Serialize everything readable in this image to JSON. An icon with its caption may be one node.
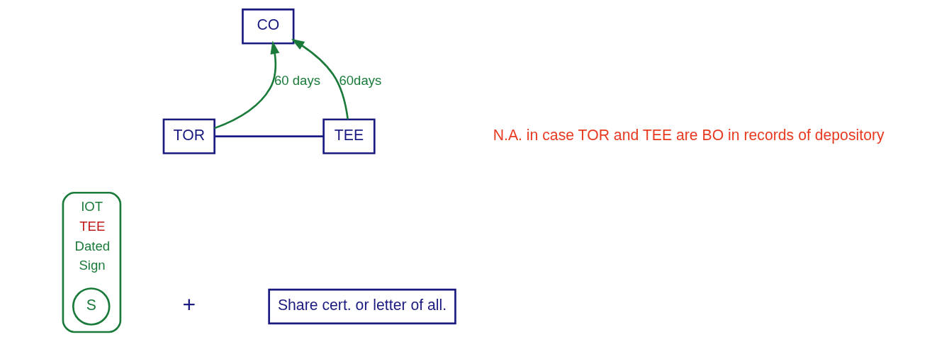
{
  "diagram": {
    "nodes": [
      {
        "text": [
          "CO"
        ]
      },
      {
        "text": [
          "TOR"
        ]
      },
      {
        "text": [
          "TEE"
        ]
      },
      {
        "text": [
          "IOT",
          "TEE",
          "Dated",
          "Sign"
        ]
      },
      {
        "text": [
          "S"
        ],
        "in": 3
      },
      {
        "text": [
          "Share cert. or letter of all."
        ]
      }
    ],
    "edges": [
      {
        "from": 1,
        "to": 2,
        "arrow": "none",
        "color": "#1a1a80"
      },
      {
        "from": 1,
        "to": 0,
        "arrow": "to",
        "label": "60 days"
      },
      {
        "from": 2,
        "to": 0,
        "arrow": "to",
        "label": "60days"
      }
    ],
    "labels": [
      "+",
      "N.A. in case TOR and TEE are BO in records of depository"
    ]
  }
}
